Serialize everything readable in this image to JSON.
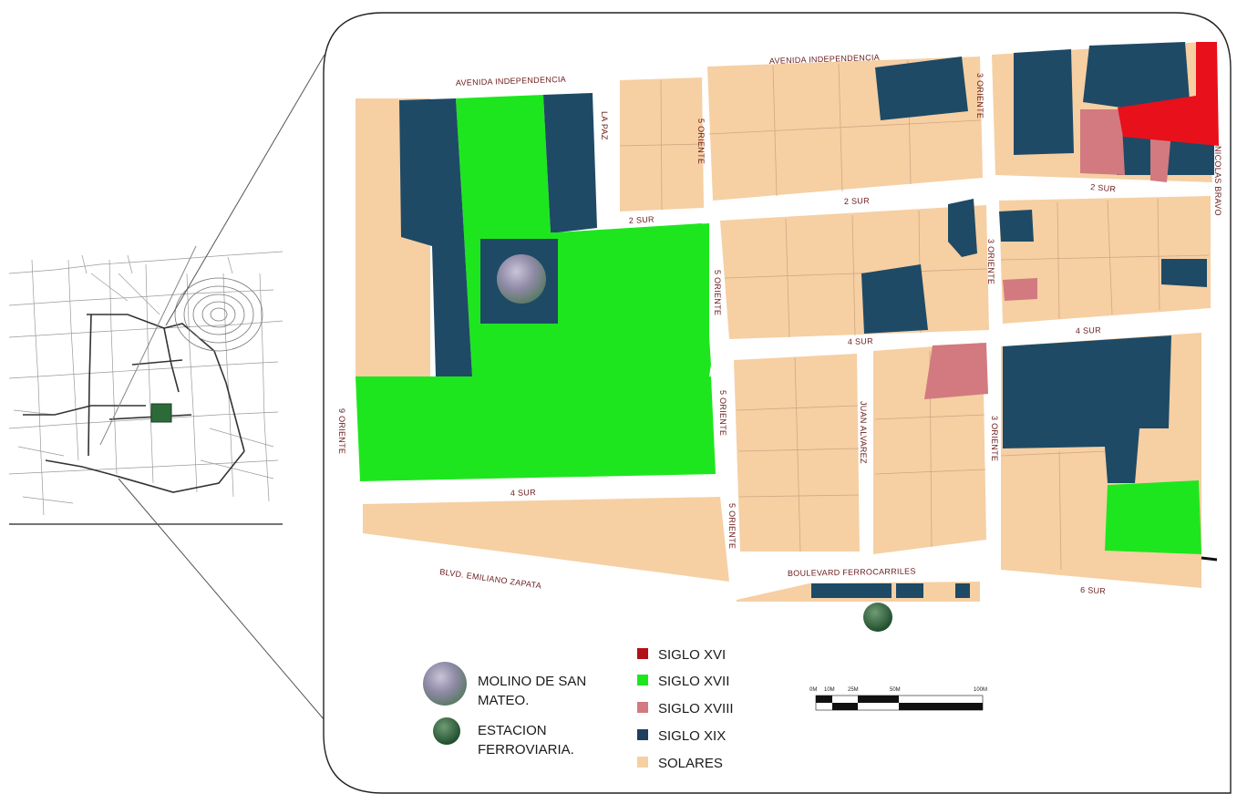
{
  "map": {
    "streets": {
      "avenida_independencia_left": "AVENIDA INDEPENDENCIA",
      "avenida_independencia_right": "AVENIDA INDEPENDENCIA",
      "la_paz": "LA PAZ",
      "cinco_oriente_top": "5 ORIENTE",
      "cinco_oriente_mid": "5 ORIENTE",
      "cinco_oriente_low": "5 ORIENTE",
      "cinco_oriente_bottom": "5 ORIENTE",
      "dos_sur_left": "2 SUR",
      "dos_sur_mid": "2 SUR",
      "dos_sur_right": "2 SUR",
      "tres_oriente_top": "3 ORIENTE",
      "tres_oriente_mid": "3 ORIENTE",
      "tres_oriente_low": "3 ORIENTE",
      "nicolas_bravo": "NICOLAS BRAVO",
      "cuatro_sur_mid": "4 SUR",
      "cuatro_sur_right": "4 SUR",
      "cuatro_sur_left": "4 SUR",
      "nueve_oriente": "9 ORIENTE",
      "juan_alvarez": "JUAN ALVAREZ",
      "boulevard_ferrocarriles": "BOULEVARD FERROCARRILES",
      "blvd_emiliano_zapata": "BLVD. EMILIANO ZAPATA",
      "seis_sur": "6 SUR"
    },
    "colors": {
      "siglo_xvi": "#e8101a",
      "siglo_xvii": "#1ee61e",
      "siglo_xviii": "#d27a7f",
      "siglo_xix": "#1e4a66",
      "solares": "#f6cfa3"
    }
  },
  "legend": {
    "markers": [
      {
        "label": "MOLINO DE SAN\nMATEO.",
        "icon": "molino-circle-icon"
      },
      {
        "label": "ESTACION\nFERROVIARIA.",
        "icon": "estacion-circle-icon"
      }
    ],
    "molino_line1": "MOLINO DE SAN",
    "molino_line2": "MATEO.",
    "estacion_line1": "ESTACION",
    "estacion_line2": "FERROVIARIA.",
    "items": [
      {
        "label": "SIGLO XVI",
        "color": "#b01218"
      },
      {
        "label": "SIGLO XVII",
        "color": "#1ee61e"
      },
      {
        "label": "SIGLO XVIII",
        "color": "#d27a7f"
      },
      {
        "label": "SIGLO XIX",
        "color": "#1e3f5e"
      },
      {
        "label": "SOLARES",
        "color": "#f6cfa3"
      }
    ]
  },
  "scale_bar": {
    "labels": [
      "0M",
      "10M",
      "25M",
      "50M",
      "100M"
    ]
  }
}
